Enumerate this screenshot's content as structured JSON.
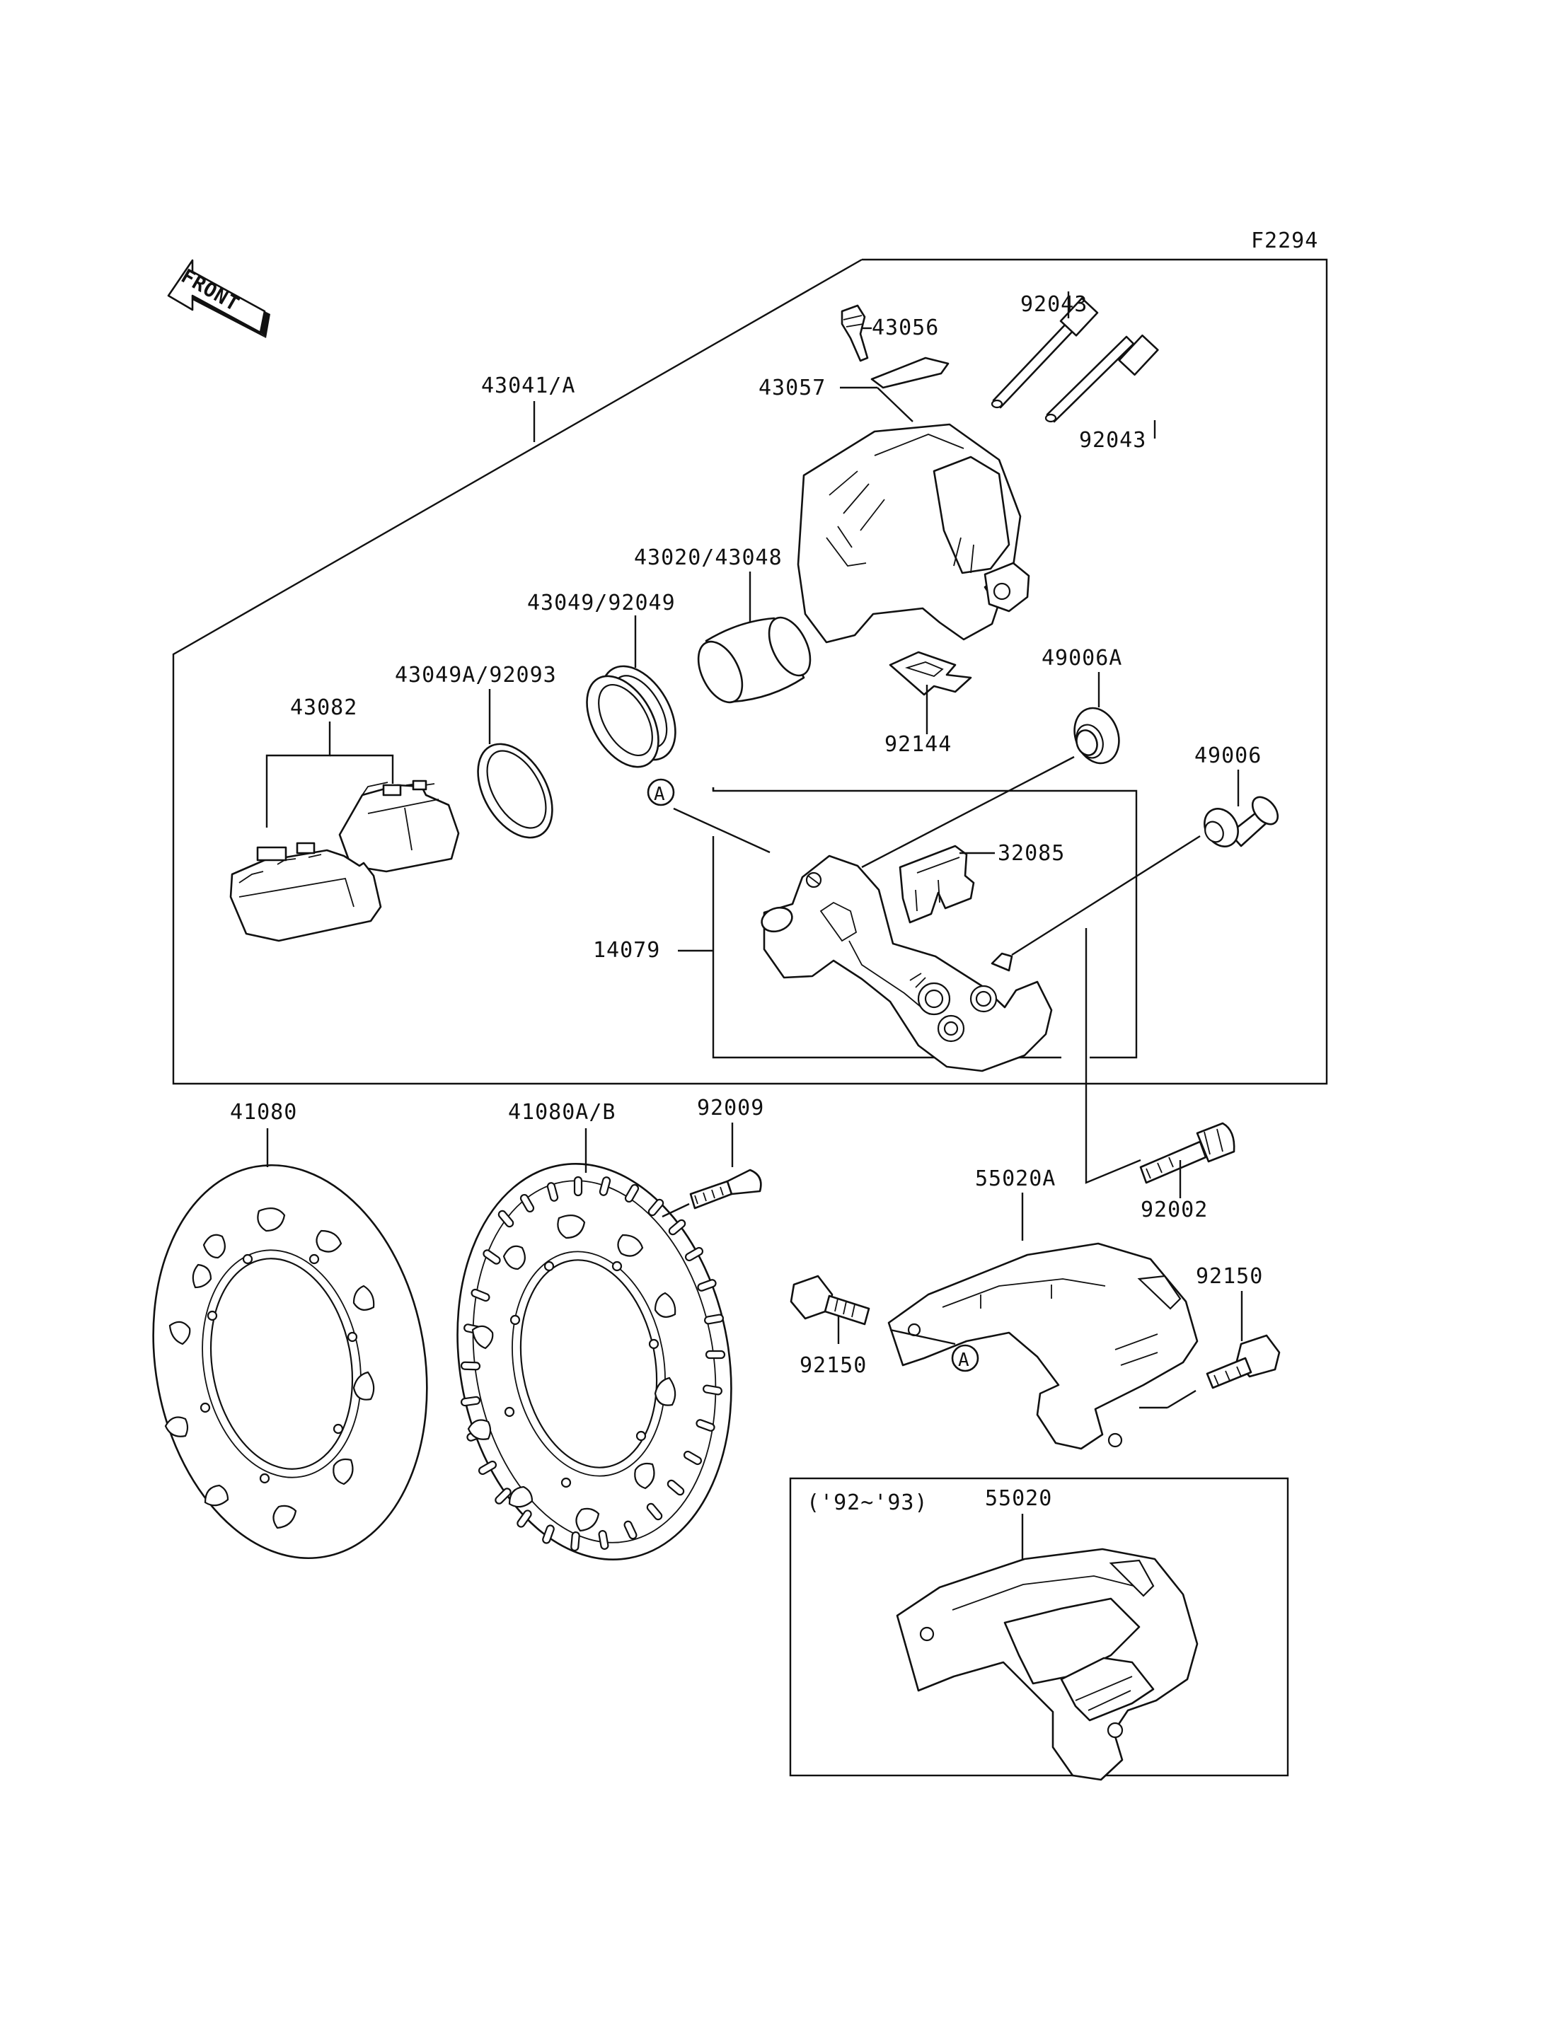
{
  "diagram_code": "F2294",
  "front_arrow_label": "FRONT",
  "reference_marker": "A",
  "year_range": "('92~'93)",
  "colors": {
    "ink": "#111111",
    "paper": "#ffffff"
  },
  "labels": {
    "p43056": "43056",
    "p92043_top": "92043",
    "p43057": "43057",
    "p43041": "43041/A",
    "p92043_bottom": "92043",
    "p43020": "43020/43048",
    "p43049": "43049/92049",
    "p43049a": "43049A/92093",
    "p49006a": "49006A",
    "p43082": "43082",
    "p92144": "92144",
    "p49006": "49006",
    "p32085": "32085",
    "p14079": "14079",
    "p41080": "41080",
    "p41080ab": "41080A/B",
    "p92009": "92009",
    "p92002": "92002",
    "p55020a": "55020A",
    "p92150_right": "92150",
    "p92150_left": "92150",
    "p55020": "55020"
  }
}
